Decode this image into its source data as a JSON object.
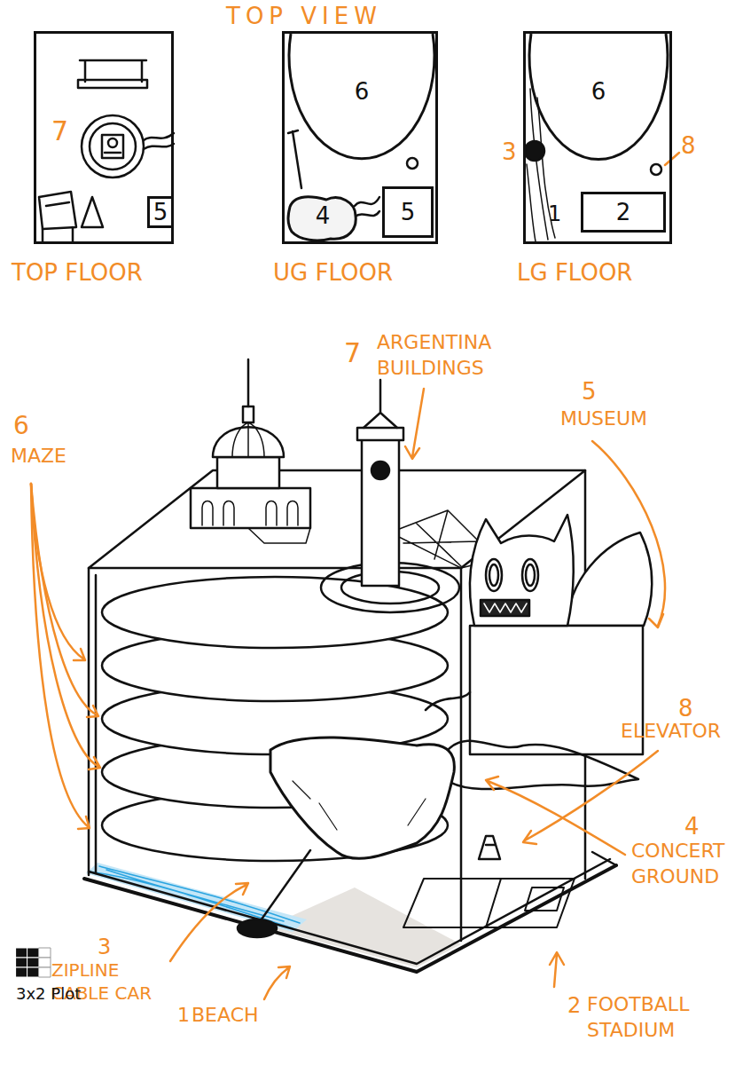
{
  "diagram": {
    "title": "TOP VIEW",
    "nodes": [
      {
        "text": [
          "TOP FLOOR"
        ]
      },
      {
        "text": [
          "5"
        ],
        "in": 0
      },
      {
        "text": [
          "UG FLOOR"
        ]
      },
      {
        "text": [
          "6"
        ],
        "in": 2
      },
      {
        "text": [
          "4"
        ],
        "in": 2
      },
      {
        "text": [
          "5"
        ],
        "in": 2
      },
      {
        "text": [
          "LG FLOOR"
        ]
      },
      {
        "text": [
          "6"
        ],
        "in": 6
      },
      {
        "text": [
          "2"
        ],
        "in": 6
      }
    ],
    "labels": [
      "7",
      "3",
      "8",
      "1",
      "7",
      "ARGENTINA BUILDINGS",
      "5",
      "MUSEUM",
      "6",
      "MAZE",
      "8",
      "ELEVATOR",
      "4",
      "CONCERT GROUND",
      "3",
      "ZIPLINE CABLE CAR",
      "1",
      "BEACH",
      "2",
      "FOOTBALL STADIUM",
      "3x2 Plot"
    ]
  }
}
